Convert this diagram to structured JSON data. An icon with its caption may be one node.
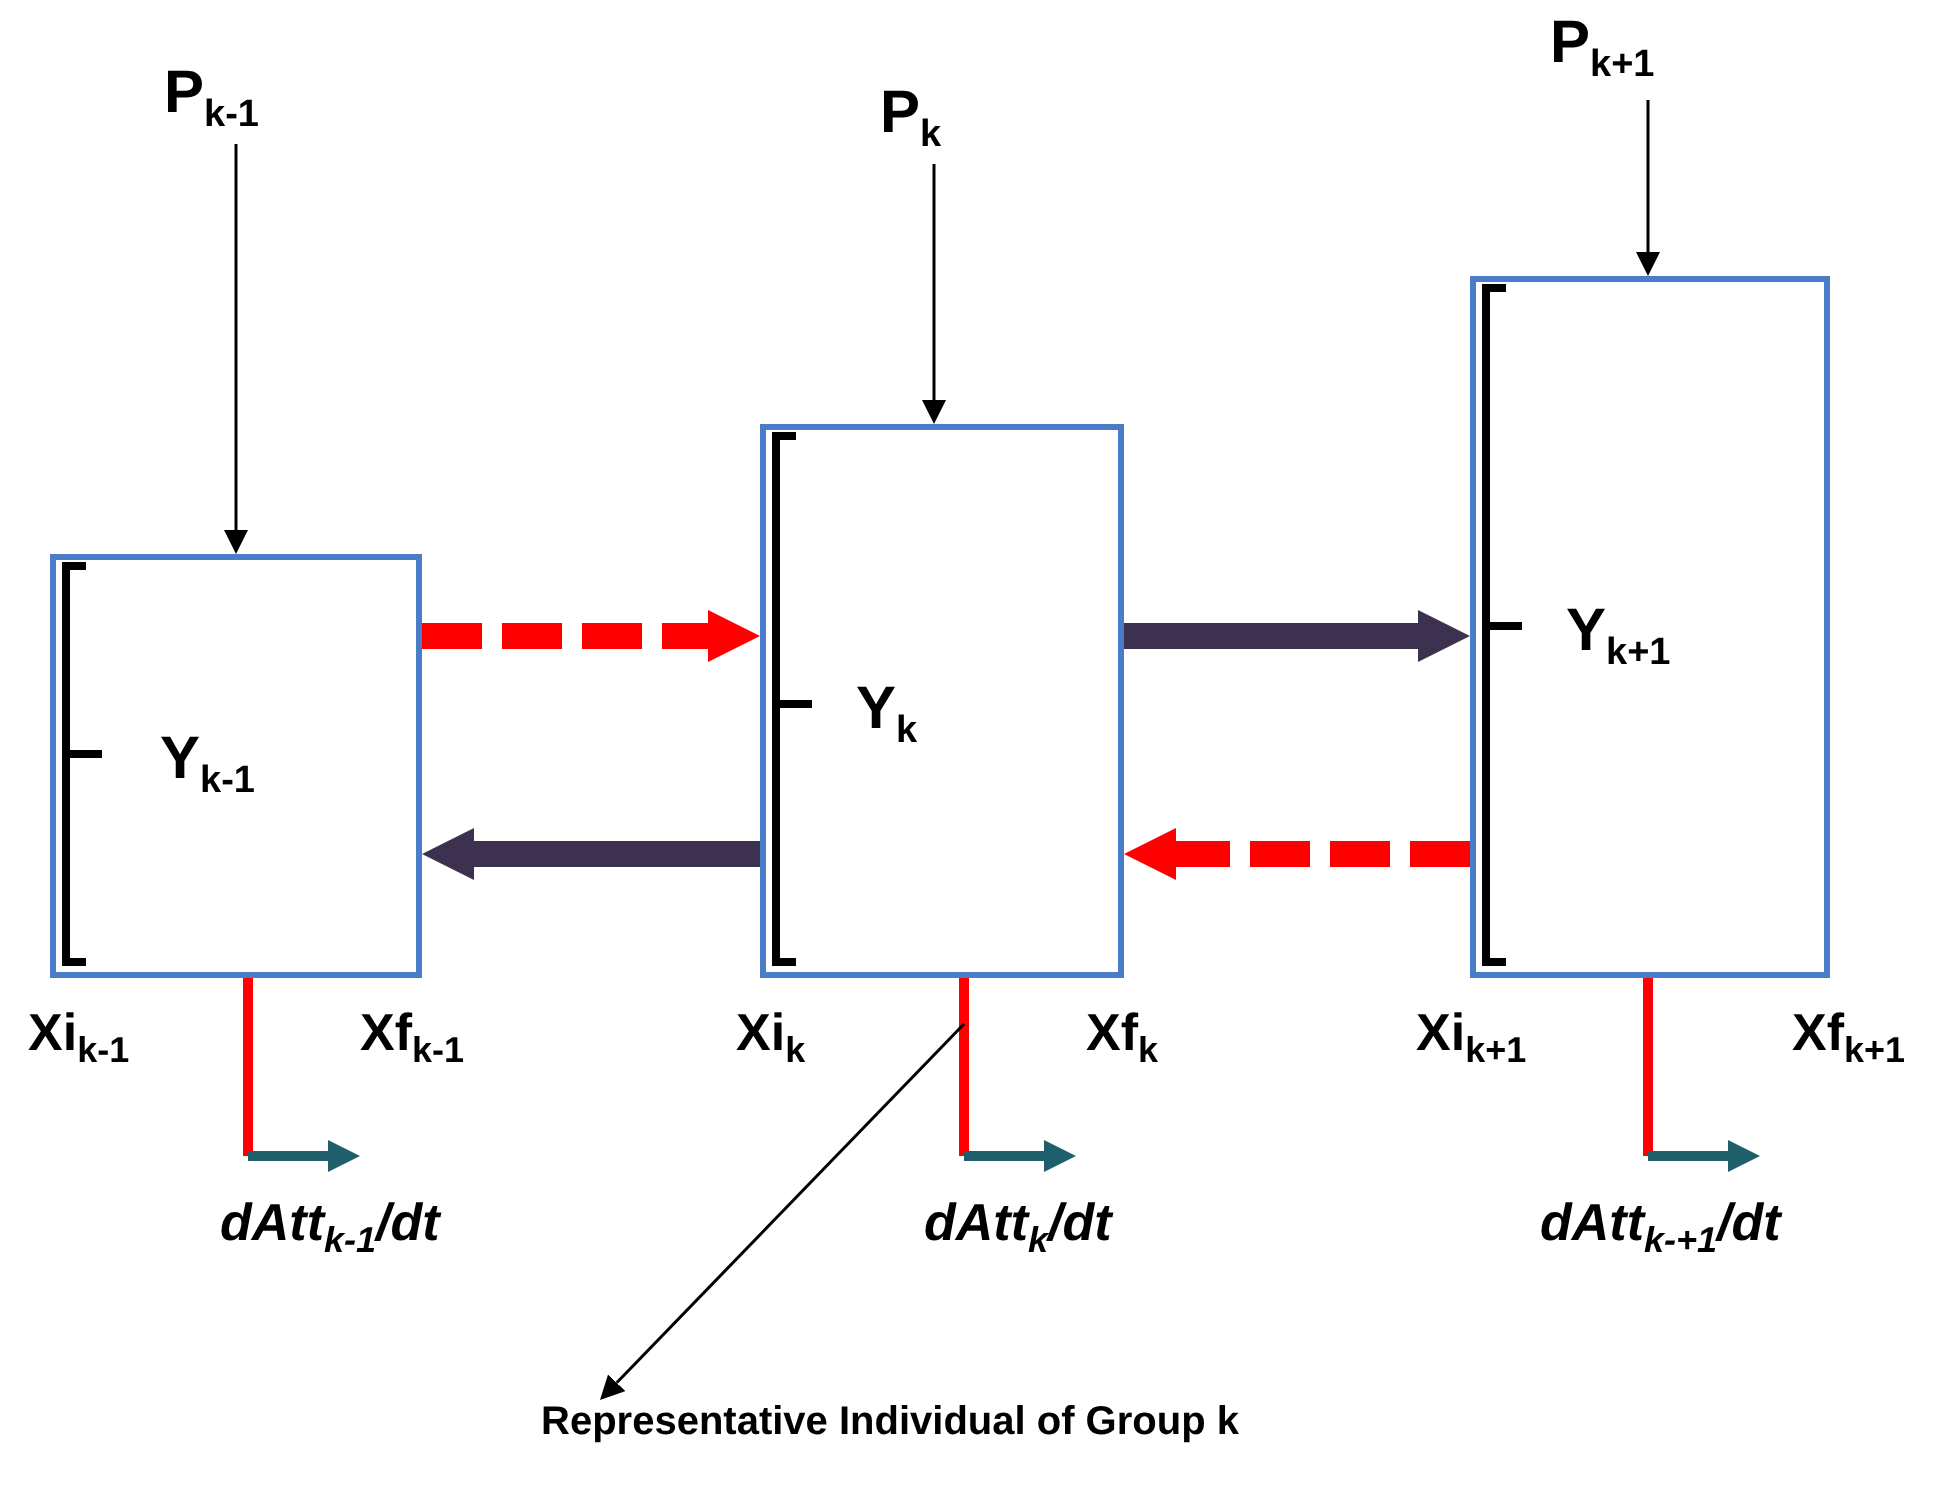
{
  "diagram": {
    "nodes": [
      {
        "text": [
          "P$_{k-1}$"
        ]
      },
      {
        "text": [
          "Y$_{k-1}$"
        ]
      },
      {
        "text": [
          "P$_{k}$"
        ]
      },
      {
        "text": [
          "Y$_{k}$"
        ]
      },
      {
        "text": [
          "P$_{k+1}$"
        ]
      },
      {
        "text": [
          "Y$_{k+1}$"
        ]
      },
      {
        "text": [
          "Representative Individual of Group k"
        ]
      }
    ],
    "edges": [
      {
        "from": 0,
        "to": 1,
        "arrow": "to",
        "color": "#000000"
      },
      {
        "from": 2,
        "to": 3,
        "arrow": "to",
        "color": "#000000"
      },
      {
        "from": 4,
        "to": 5,
        "arrow": "to",
        "color": "#000000"
      },
      {
        "from": 1,
        "to": 3,
        "arrow": "to",
        "style": "dashed",
        "color": "#ff0000"
      },
      {
        "from": 3,
        "to": 1,
        "arrow": "to",
        "style": "thick",
        "color": "#3d3150"
      },
      {
        "from": 3,
        "to": 5,
        "arrow": "to",
        "style": "thick",
        "color": "#3d3150"
      },
      {
        "from": 5,
        "to": 3,
        "arrow": "to",
        "style": "dashed",
        "color": "#ff0000"
      },
      {
        "from": 1,
        "to": null,
        "arrow": "to",
        "color": "#ff0000"
      },
      {
        "from": 3,
        "to": null,
        "arrow": "to",
        "color": "#ff0000"
      },
      {
        "from": 5,
        "to": null,
        "arrow": "to",
        "color": "#ff0000"
      },
      {
        "from": null,
        "to": 6,
        "arrow": "to",
        "color": "#000000"
      }
    ],
    "labels": [
      "Xi$_{k-1}$",
      "Xf$_{k-1}$",
      "Xi$_{k}$",
      "Xf$_{k}$",
      "Xi$_{k+1}$",
      "Xf$_{k+1}$",
      "dAtt$_{k-1}$/dt",
      "dAtt$_{k}$/dt",
      "dAtt$_{k-+1}$/dt"
    ]
  }
}
